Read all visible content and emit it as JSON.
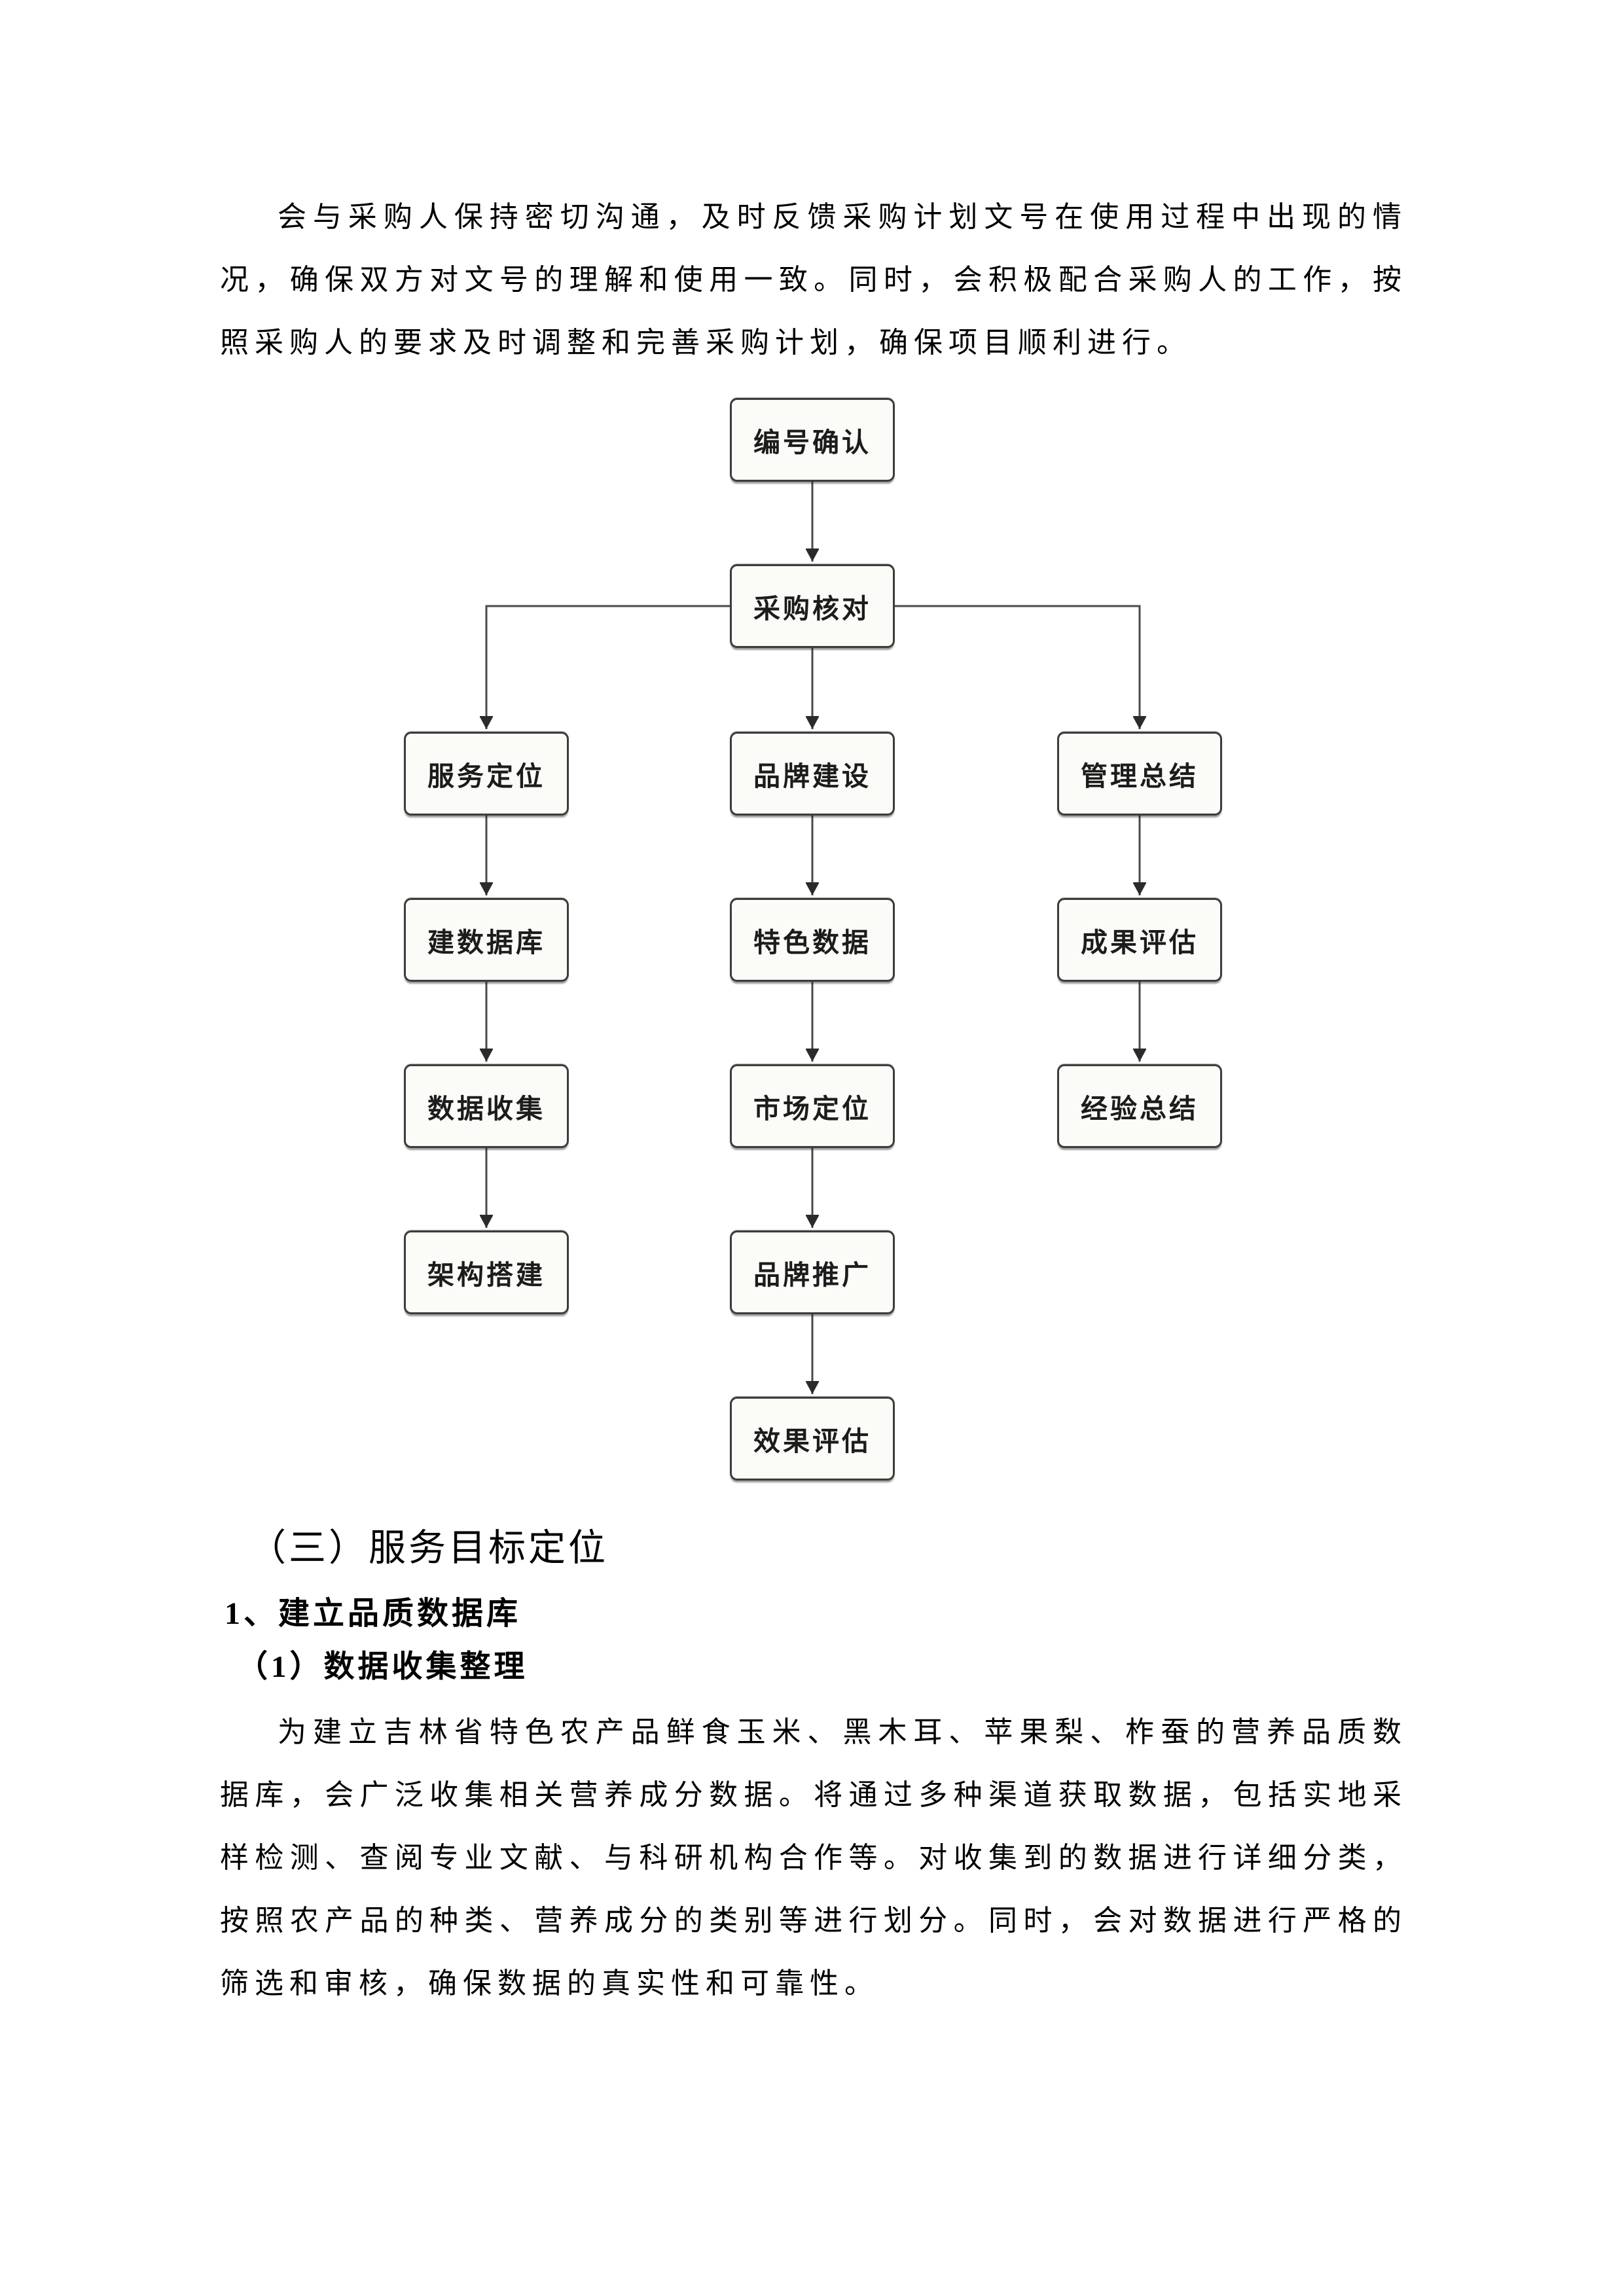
{
  "document": {
    "paragraphs": {
      "intro": "会与采购人保持密切沟通，及时反馈采购计划文号在使用过程中出现的情况，确保双方对文号的理解和使用一致。同时，会积极配合采购人的工作，按照采购人的要求及时调整和完善采购计划，确保项目顺利进行。",
      "detail": "为建立吉林省特色农产品鲜食玉米、黑木耳、苹果梨、柞蚕的营养品质数据库，会广泛收集相关营养成分数据。将通过多种渠道获取数据，包括实地采样检测、查阅专业文献、与科研机构合作等。对收集到的数据进行详细分类，按照农产品的种类、营养成分的类别等进行划分。同时，会对数据进行严格的筛选和审核，确保数据的真实性和可靠性。"
    },
    "headings": {
      "section": "（三）服务目标定位",
      "numbered": "1、建立品质数据库",
      "sub": "（1）数据收集整理"
    }
  },
  "flowchart": {
    "nodes": [
      {
        "label": "编号确认"
      },
      {
        "label": "采购核对"
      },
      {
        "label": "服务定位"
      },
      {
        "label": "品牌建设"
      },
      {
        "label": "管理总结"
      },
      {
        "label": "建数据库"
      },
      {
        "label": "特色数据"
      },
      {
        "label": "成果评估"
      },
      {
        "label": "数据收集"
      },
      {
        "label": "市场定位"
      },
      {
        "label": "经验总结"
      },
      {
        "label": "架构搭建"
      },
      {
        "label": "品牌推广"
      },
      {
        "label": "效果评估"
      }
    ],
    "edges": [
      {
        "from": "编号确认",
        "to": "采购核对"
      },
      {
        "from": "采购核对",
        "to": "服务定位"
      },
      {
        "from": "采购核对",
        "to": "品牌建设"
      },
      {
        "from": "采购核对",
        "to": "管理总结"
      },
      {
        "from": "服务定位",
        "to": "建数据库"
      },
      {
        "from": "建数据库",
        "to": "数据收集"
      },
      {
        "from": "数据收集",
        "to": "架构搭建"
      },
      {
        "from": "品牌建设",
        "to": "特色数据"
      },
      {
        "from": "特色数据",
        "to": "市场定位"
      },
      {
        "from": "市场定位",
        "to": "品牌推广"
      },
      {
        "from": "品牌推广",
        "to": "效果评估"
      },
      {
        "from": "管理总结",
        "to": "成果评估"
      },
      {
        "from": "成果评估",
        "to": "经验总结"
      }
    ],
    "colors": {
      "node_border": "#3c3c3c",
      "node_fill": "#fbfbf8",
      "connector": "#4a4a4a",
      "node_text": "#1c1c1c"
    }
  }
}
